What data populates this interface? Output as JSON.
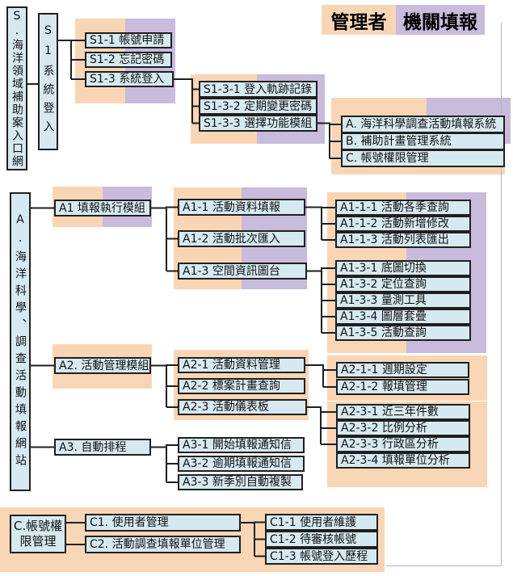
{
  "legend": {
    "admin": "管理者",
    "agency": "機關填報"
  },
  "colors": {
    "admin_highlight": "#F8D6B5",
    "agency_highlight": "#C8BBDB",
    "box_fill": "#D7E9F0",
    "box_border": "#1F1F1F",
    "connector": "#1F1F1F",
    "page_guide_line": "#B5B5B5"
  },
  "nodes": {
    "s": "S.海洋領域補助案入口網",
    "s1": "S1系統登入",
    "s1_1": "S1-1 帳號申請",
    "s1_2": "S1-2 忘記密碼",
    "s1_3": "S1-3 系統登入",
    "s1_3_1": "S1-3-1 登入軌跡記錄",
    "s1_3_2": "S1-3-2 定期變更密碼",
    "s1_3_3": "S1-3-3 選擇功能模組",
    "mod_a": "A. 海洋科學調查活動填報系統",
    "mod_b": "B. 補助計畫管理系統",
    "mod_c": "C. 帳號權限管理",
    "a": "A.海洋科學、調查活動填報網站",
    "a1": "A1 填報執行模組",
    "a2": "A2. 活動管理模組",
    "a3": "A3. 自動排程",
    "a1_1": "A1-1 活動資料填報",
    "a1_2": "A1-2 活動批次匯入",
    "a1_3": "A1-3 空間資訊圖台",
    "a1_1_1": "A1-1-1 活動各季查詢",
    "a1_1_2": "A1-1-2 活動新增修改",
    "a1_1_3": "A1-1-3 活動列表匯出",
    "a1_3_1": "A1-3-1 底圖切換",
    "a1_3_2": "A1-3-2 定位查詢",
    "a1_3_3": "A1-3-3 量測工具",
    "a1_3_4": "A1-3-4 圖層套疊",
    "a1_3_5": "A1-3-5 活動查詢",
    "a2_1": "A2-1 活動資料管理",
    "a2_2": "A2-2 標案計畫查詢",
    "a2_3": "A2-3 活動儀表板",
    "a2_1_1": "A2-1-1 週期設定",
    "a2_1_2": "A2-1-2 報填管理",
    "a2_3_1": "A2-3-1 近三年件數",
    "a2_3_2": "A2-3-2 比例分析",
    "a2_3_3": "A2-3-3 行政區分析",
    "a2_3_4": "A2-3-4 填報單位分析",
    "a3_1": "A3-1 開始填報通知信",
    "a3_2": "A3-2 逾期填報通知信",
    "a3_3": "A3-3 新季別自動複製",
    "c": "C.帳號權限管理",
    "c1": "C1. 使用者管理",
    "c2": "C2. 活動調查填報單位管理",
    "c1_1": "C1-1 使用者維護",
    "c1_2": "C1-2 待審核帳號",
    "c1_3": "C1-3 帳號登入歷程"
  }
}
